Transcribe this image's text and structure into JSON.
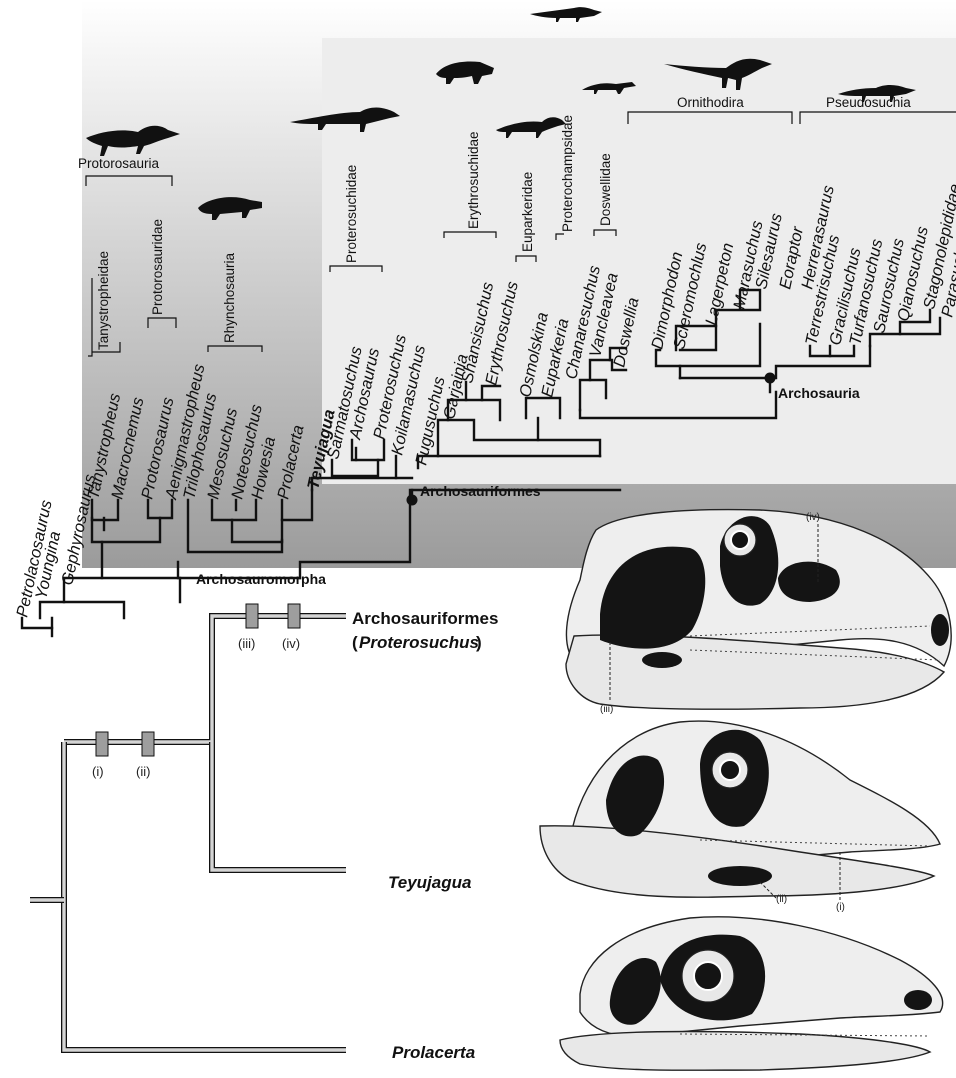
{
  "taxa": {
    "petrolacosaurus": "Petrolacosaurus",
    "youngina": "Youngina",
    "gephyrosaurus": "Gephyrosaurus",
    "tanystropheus": "Tanystropheus",
    "macrocnemus": "Macrocnemus",
    "protorosaurus": "Protorosaurus",
    "aenigmastropheus": "Aenigmastropheus",
    "trilophosaurus": "Trilophosaurus",
    "mesosuchus": "Mesosuchus",
    "noteosuchus": "Noteosuchus",
    "howesia": "Howesia",
    "prolacerta": "Prolacerta",
    "teyujagua": "Teyujagua",
    "sarmatosuchus": "Sarmatosuchus",
    "archosaurus": "Archosaurus",
    "proterosuchus": "Proterosuchus",
    "koilamasuchus": "Koilamasuchus",
    "fugusuchus": "Fugusuchus",
    "garjainia": "Garjainia",
    "shansisuchus": "Shansisuchus",
    "erythrosuchus": "Erythrosuchus",
    "osmolskina": "Osmolskina",
    "euparkeria": "Euparkeria",
    "chanaresuchus": "Chanaresuchus",
    "vancleavea": "Vancleavea",
    "doswellia": "Doswellia",
    "dimorphodon": "Dimorphodon",
    "scleromochlus": "Scleromochlus",
    "lagerpeton": "Lagerpeton",
    "marasuchus": "Marasuchus",
    "silesaurus": "Silesaurus",
    "eoraptor": "Eoraptor",
    "herrerasaurus": "Herrerasaurus",
    "terrestrisuchus": "Terrestrisuchus",
    "gracilisuchus": "Gracilisuchus",
    "turfanosuchus": "Turfanosuchus",
    "saurosuchus": "Saurosuchus",
    "qianosuchus": "Qianosuchus",
    "stagonolepididae": "Stagonolepididae",
    "parasuchus": "Parasuchus"
  },
  "groups": {
    "protorosauria": "Protorosauria",
    "tanystropheidae": "Tanystropheidae",
    "protorosauridae": "Protorosauridae",
    "rhynchosauria": "Rhynchosauria",
    "proterosuchidae": "Proterosuchidae",
    "erythrosuchidae": "Erythrosuchidae",
    "euparkeriidae": "Euparkeridae",
    "proterochampsidae": "Proterochampsidae",
    "doswelliidae": "Doswellidae",
    "ornithodira": "Ornithodira",
    "pseudosuchia": "Pseudosuchia"
  },
  "nodes": {
    "archosauria": "Archosauria",
    "archosauriformes": "Archosauriformes",
    "archosauromorpha": "Archosauromorpha"
  },
  "lower_tree": {
    "top_label_1": "Archosauriformes",
    "top_label_2": "(Proterosuchus)",
    "top_open": "(",
    "top_close": ")",
    "middle_label": "Teyujagua",
    "bottom_label": "Prolacerta",
    "characters": [
      "(i)",
      "(ii)",
      "(iii)",
      "(iv)"
    ]
  },
  "skull_labels": [
    "(iv)",
    "(iii)",
    "(ii)",
    "(i)"
  ],
  "colors": {
    "shade_dark": "#9a9a9a",
    "shade_light": "#ededed",
    "branch_light": "#d8d8d8",
    "marker": "#9e9e9e",
    "skull_fill": "#eeeeee",
    "fenestra": "#141414"
  }
}
